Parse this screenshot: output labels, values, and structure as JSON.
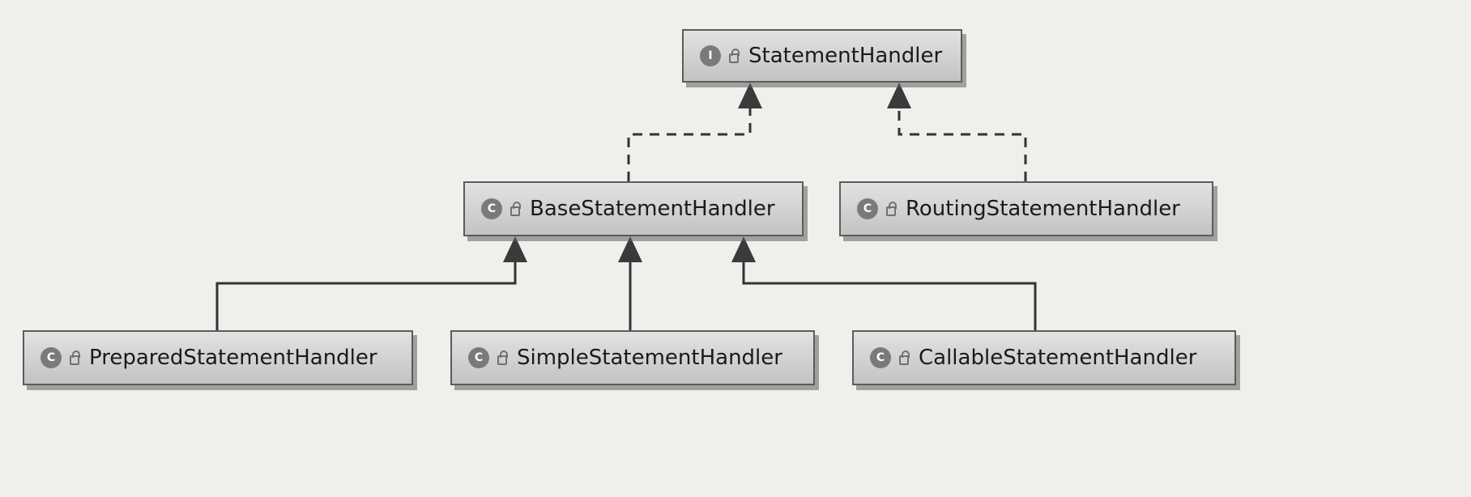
{
  "nodes": {
    "statement_handler": {
      "kind": "I",
      "name": "StatementHandler"
    },
    "base_statement_handler": {
      "kind": "C",
      "name": "BaseStatementHandler"
    },
    "routing_statement_handler": {
      "kind": "C",
      "name": "RoutingStatementHandler"
    },
    "prepared_statement_handler": {
      "kind": "C",
      "name": "PreparedStatementHandler"
    },
    "simple_statement_handler": {
      "kind": "C",
      "name": "SimpleStatementHandler"
    },
    "callable_statement_handler": {
      "kind": "C",
      "name": "CallableStatementHandler"
    }
  },
  "edges": [
    {
      "from": "base_statement_handler",
      "to": "statement_handler",
      "type": "implements"
    },
    {
      "from": "routing_statement_handler",
      "to": "statement_handler",
      "type": "implements"
    },
    {
      "from": "prepared_statement_handler",
      "to": "base_statement_handler",
      "type": "extends"
    },
    {
      "from": "simple_statement_handler",
      "to": "base_statement_handler",
      "type": "extends"
    },
    {
      "from": "callable_statement_handler",
      "to": "base_statement_handler",
      "type": "extends"
    }
  ]
}
